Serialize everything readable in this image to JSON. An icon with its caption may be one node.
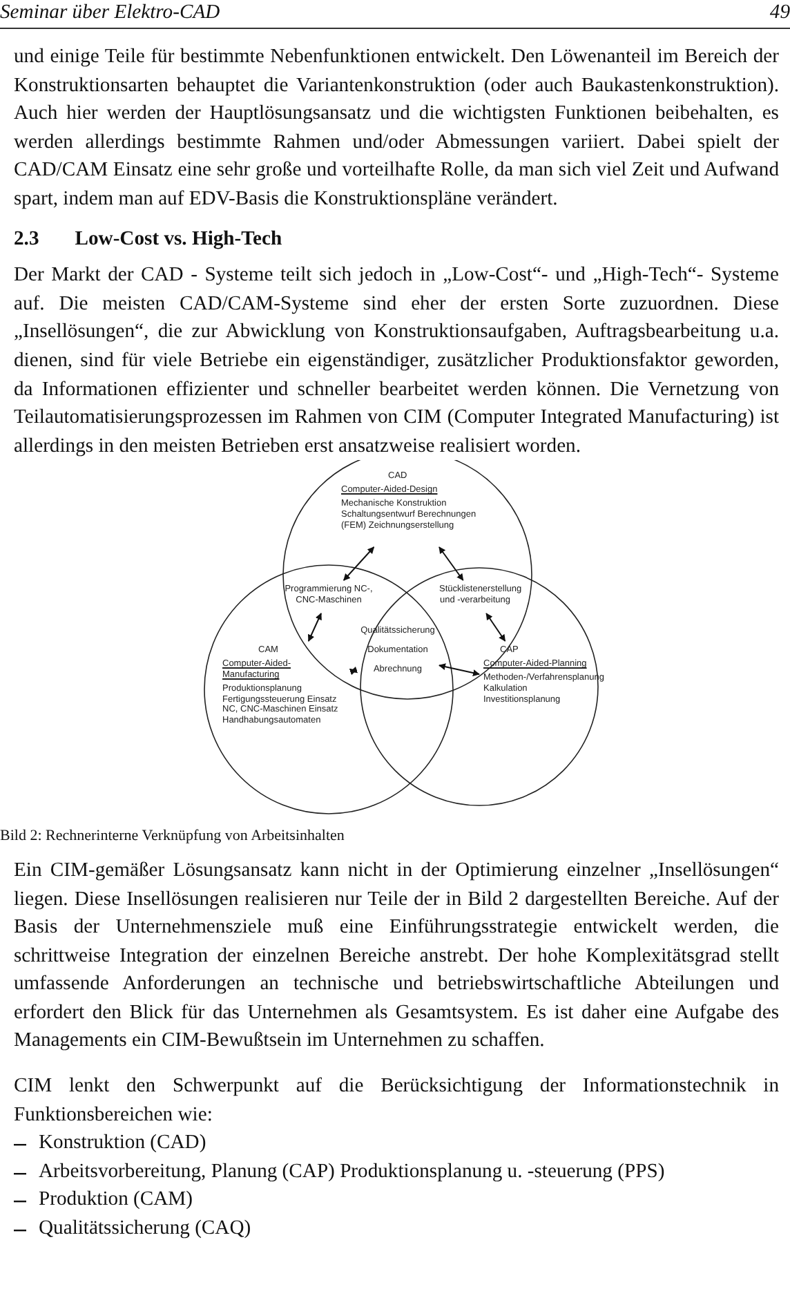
{
  "diagram": {
    "caption": "Bild 2: Rechnerinterne Verknüpfung von Arbeitsinhalten",
    "nodes": [
      {
        "text": [
          "CAD",
          "Computer-Aided-Design",
          "Mechanische Konstruktion Schaltungsentwurf Berechnungen (FEM) Zeichnungserstellung"
        ]
      },
      {
        "text": [
          "CAM",
          "Computer-Aided-Manufacturing",
          "Produktionsplanung Fertigungssteuerung Einsatz NC, CNC-Maschinen Einsatz Handhabungsautomaten"
        ]
      },
      {
        "text": [
          "CAP",
          "Computer-Aided-Planning",
          "Methoden-/Verfahrensplanung Kalkulation Investitionsplanung"
        ]
      },
      {
        "text": [
          "Programmierung NC-, CNC-Maschinen"
        ]
      },
      {
        "text": [
          "Stücklistenerstellung und -verarbeitung"
        ]
      },
      {
        "text": [
          "Qualitätssicherung",
          "Dokumentation",
          "Abrechnung"
        ]
      }
    ],
    "edges": [
      {
        "from": 0,
        "to": 3,
        "arrow": "both"
      },
      {
        "from": 0,
        "to": 4,
        "arrow": "both"
      },
      {
        "from": 3,
        "to": 1,
        "arrow": "both"
      },
      {
        "from": 4,
        "to": 2,
        "arrow": "both"
      },
      {
        "from": 1,
        "to": 5,
        "arrow": "both"
      },
      {
        "from": 5,
        "to": 2,
        "arrow": "both"
      }
    ],
    "labels": [
      "Seminar über Elektro-CAD",
      "49",
      "und einige Teile für bestimmte Nebenfunktionen entwickelt. Den Löwenanteil im Bereich der Konstruktionsarten behauptet die Variantenkonstruktion (oder auch Baukastenkonstruktion). Auch hier werden der Hauptlösungsansatz und die wichtigsten Funktionen beibehalten, es werden allerdings bestimmte Rahmen und/oder Abmessungen variiert. Dabei spielt der CAD/CAM Einsatz eine sehr große und vorteilhafte Rolle, da man sich viel Zeit und Aufwand spart, indem man auf EDV-Basis die Konstruktionspläne verändert.",
      "2.3",
      "Low-Cost vs. High-Tech",
      "Der Markt der CAD - Systeme teilt sich jedoch in „Low-Cost“- und „High-Tech“- Systeme auf. Die meisten CAD/CAM-Systeme sind eher der ersten Sorte zuzuordnen. Diese „Insellösungen“, die zur Abwicklung von Konstruktionsaufgaben, Auftragsbearbeitung u.a. dienen, sind für viele Betriebe ein eigenständiger, zusätzlicher Produktionsfaktor geworden, da Informationen effizienter und schneller bearbeitet werden können. Die Vernetzung von Teilautomatisierungsprozessen im Rahmen von CIM (Computer Integrated Manufacturing) ist allerdings in den meisten Betrieben erst ansatzweise realisiert worden.",
      "Ein CIM-gemäßer Lösungsansatz kann nicht in der Optimierung einzelner „Insellösungen“ liegen. Diese Insellösungen realisieren nur Teile der in Bild 2 dargestellten Bereiche. Auf der Basis der Unternehmensziele muß eine Einführungsstrategie entwickelt werden, die schrittweise Integration der einzelnen Bereiche anstrebt. Der hohe Komplexitätsgrad stellt umfassende Anforderungen an technische und betriebswirtschaftliche Abteilungen und erfordert den Blick für das Unternehmen als Gesamtsystem. Es ist daher eine Aufgabe des Managements ein CIM-Bewußtsein im Unternehmen zu schaffen.",
      "CIM lenkt den Schwerpunkt auf die Berücksichtigung der Informationstechnik in Funktionsbereichen wie:",
      "Konstruktion (CAD)",
      "Arbeitsvorbereitung, Planung (CAP) Produktionsplanung u. -steuerung (PPS)",
      "Produktion (CAM)",
      "Qualitätssicherung (CAQ)"
    ]
  }
}
